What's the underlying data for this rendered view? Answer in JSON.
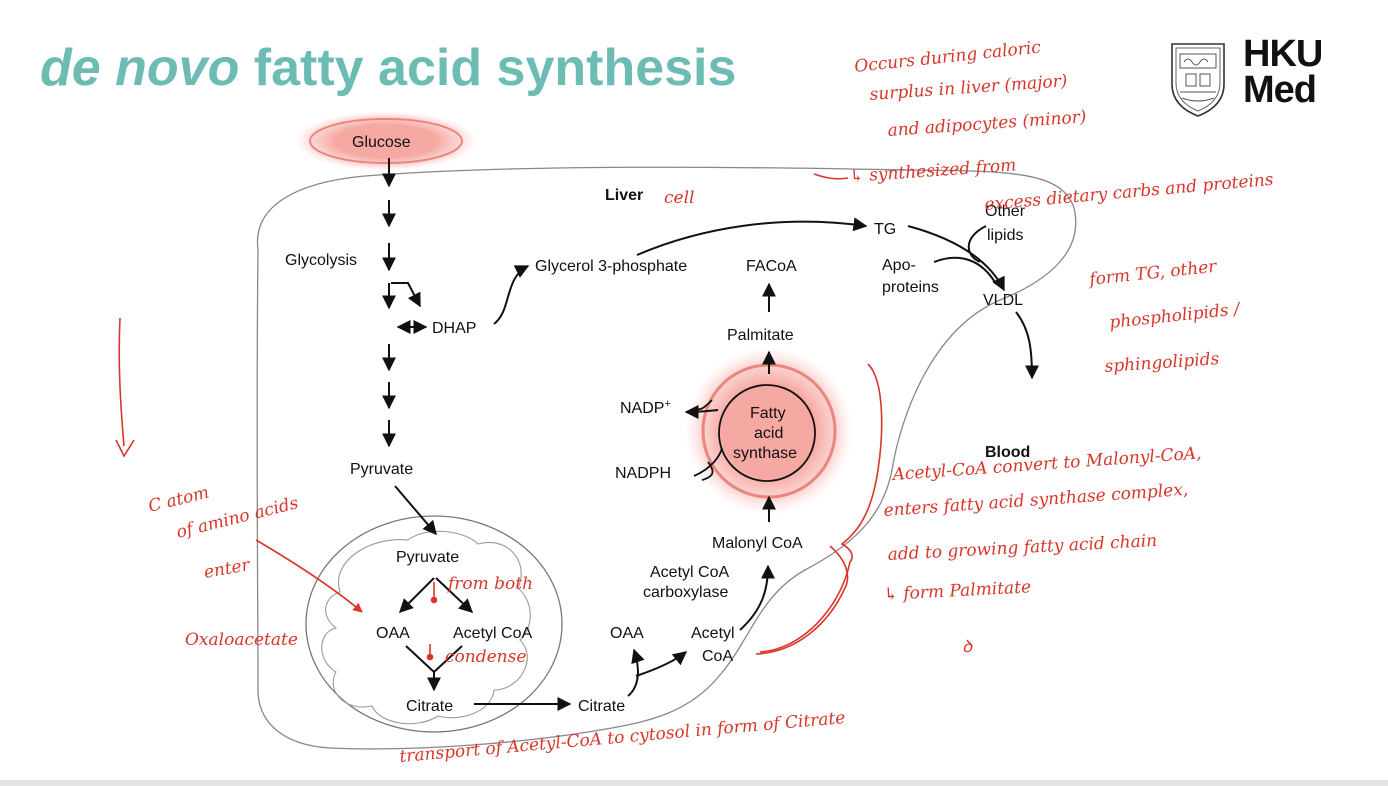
{
  "title": {
    "italic": "de novo",
    "rest": " fatty acid synthesis"
  },
  "logo": {
    "line1": "HKU",
    "line2": "Med"
  },
  "nodes": {
    "glucose": "Glucose",
    "liver": "Liver",
    "glycolysis": "Glycolysis",
    "dhap": "DHAP",
    "glycerol3p": "Glycerol 3-phosphate",
    "facoa": "FACoA",
    "tg": "TG",
    "other_lipids_1": "Other",
    "other_lipids_2": "lipids",
    "apo_1": "Apo-",
    "apo_2": "proteins",
    "vldl": "VLDL",
    "palmitate": "Palmitate",
    "nadp": "NADP",
    "nadp_sup": "+",
    "nadph": "NADPH",
    "fas_1": "Fatty",
    "fas_2": "acid",
    "fas_3": "synthase",
    "blood": "Blood",
    "pyruvate_cyto": "Pyruvate",
    "pyruvate_mito": "Pyruvate",
    "oaa_mito": "OAA",
    "acetylcoa_mito": "Acetyl CoA",
    "citrate_mito": "Citrate",
    "citrate_cyto": "Citrate",
    "oaa_cyto": "OAA",
    "acetylcoa_cyto_1": "Acetyl",
    "acetylcoa_cyto_2": "CoA",
    "acc_1": "Acetyl CoA",
    "acc_2": "carboxylase",
    "malonylcoa": "Malonyl CoA"
  },
  "annotations": {
    "occurs_1": "Occurs during caloric",
    "occurs_2": "surplus in liver (major)",
    "occurs_3": "and adipocytes (minor)",
    "synth_1": "↳ synthesized from",
    "synth_2": "excess dietary carbs and proteins",
    "cell": "cell",
    "form_1": "form TG, other",
    "form_2": "phospholipids /",
    "form_3": "sphingolipids",
    "acetyl_1": "Acetyl-CoA convert to Malonyl-CoA,",
    "acetyl_2": "enters fatty acid synthase complex,",
    "acetyl_3": "add to growing fatty acid chain",
    "acetyl_4": "↳ form Palmitate",
    "c_atom_1": "C atom",
    "c_atom_2": "of amino acids",
    "c_atom_3": "enter",
    "oxaloacetate": "Oxaloacetate",
    "from_both": "from both",
    "condense": "condense",
    "transport": "transport of Acetyl-CoA to cytosol in form of Citrate"
  },
  "colors": {
    "title": "#6cbcb4",
    "ink": "#d8362a",
    "highlight": "#f0908a"
  }
}
